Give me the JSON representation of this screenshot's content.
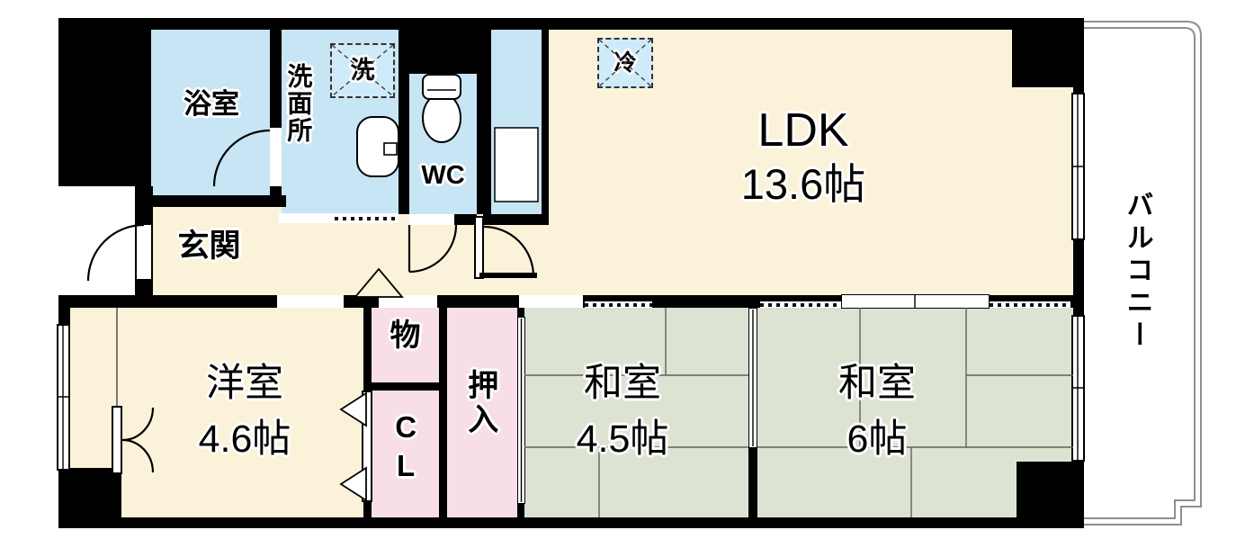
{
  "floorplan": {
    "rooms": {
      "ldk": {
        "label": "LDK",
        "area": "13.6帖"
      },
      "western_room": {
        "label": "洋室",
        "area": "4.6帖"
      },
      "japanese_45": {
        "label": "和室",
        "area": "4.5帖"
      },
      "japanese_6": {
        "label": "和室",
        "area": "6帖"
      },
      "entrance": {
        "label": "玄関"
      },
      "bathroom": {
        "label": "浴室"
      },
      "washroom": {
        "label": "洗面所"
      },
      "toilet": {
        "label": "WC"
      },
      "storage": {
        "label": "物"
      },
      "closet": {
        "label": "CL"
      },
      "oshiire": {
        "label": "押入"
      },
      "balcony": {
        "label": "バルコニー"
      }
    },
    "fixtures": {
      "washer_space": "洗",
      "refrigerator_space": "冷"
    },
    "colors": {
      "floor_cream": "#FBF2DA",
      "wet_area_blue": "#C7E5F4",
      "fixture_box_blue": "#CFEAF8",
      "tatami_green": "#DDE3D3",
      "closet_pink": "#F8DEE9",
      "wall_black": "#000000",
      "balcony_rail_gray": "#8F8F8F"
    }
  }
}
